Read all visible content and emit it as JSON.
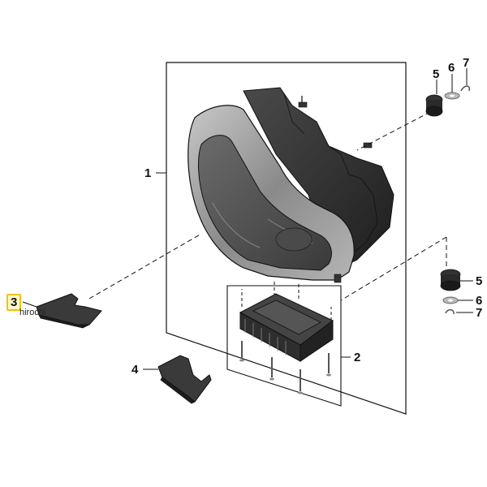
{
  "callouts": {
    "c1": "1",
    "c2": "2",
    "c3": "3",
    "c4": "4",
    "c5_top": "5",
    "c6_top": "6",
    "c7_top": "7",
    "c5_bottom": "5",
    "c6_bottom": "6",
    "c7_bottom": "7"
  },
  "watermark": "hirochi",
  "colors": {
    "highlight_border": "#f2c200",
    "highlight_fill": "#fff8cc",
    "line": "#111111",
    "housing_dark": "#3a3a3a",
    "housing_silver": "#9a9a9a",
    "lens": "#555555"
  }
}
